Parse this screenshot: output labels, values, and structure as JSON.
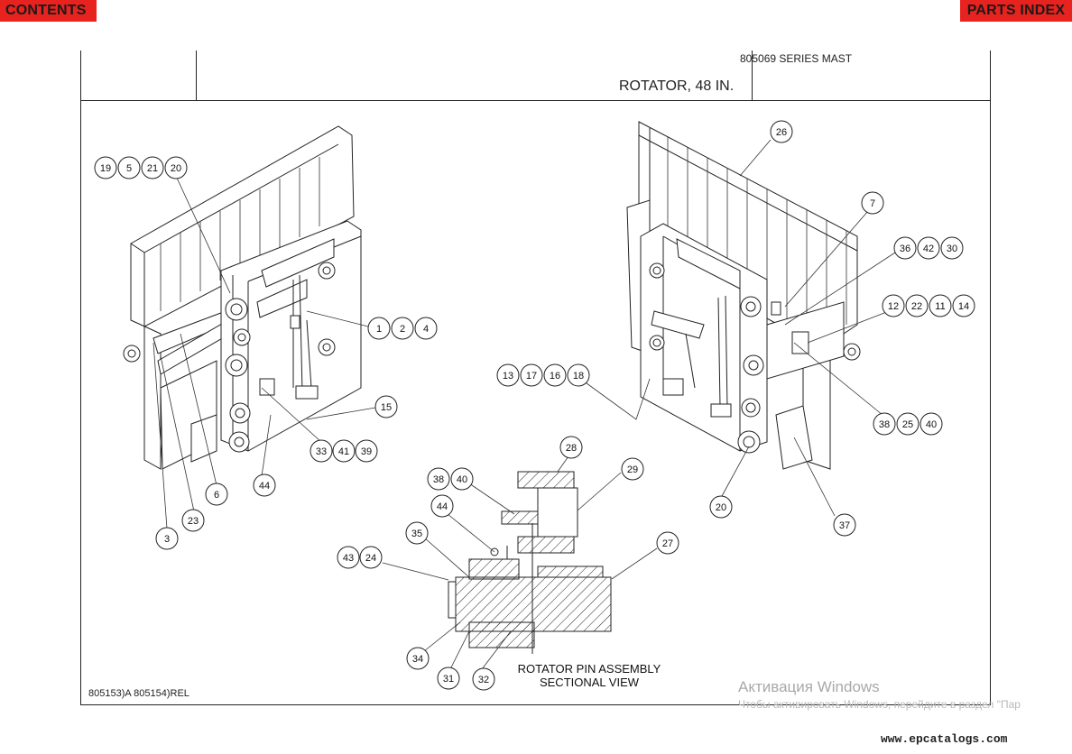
{
  "nav": {
    "contents_label": "CONTENTS",
    "parts_index_label": "PARTS INDEX"
  },
  "title_block": {
    "series": "805069 SERIES MAST",
    "title": "ROTATOR, 48 IN."
  },
  "drawing": {
    "reference": "805153)A  805154)REL",
    "section_title_line1": "ROTATOR PIN ASSEMBLY",
    "section_title_line2": "SECTIONAL VIEW",
    "callouts": [
      "19",
      "5",
      "21",
      "20",
      "1",
      "2",
      "4",
      "15",
      "33",
      "41",
      "39",
      "44",
      "6",
      "23",
      "3",
      "26",
      "7",
      "36",
      "42",
      "30",
      "12",
      "22",
      "11",
      "14",
      "13",
      "17",
      "16",
      "18",
      "38",
      "25",
      "40",
      "20",
      "37",
      "28",
      "29",
      "38",
      "40",
      "44",
      "35",
      "27",
      "43",
      "24",
      "34",
      "31",
      "32"
    ]
  },
  "watermark": {
    "line1": "Активация Windows",
    "line2": "Чтобы активировать Windows, перейдите в раздел \"Пар"
  },
  "website": "www.epcatalogs.com"
}
